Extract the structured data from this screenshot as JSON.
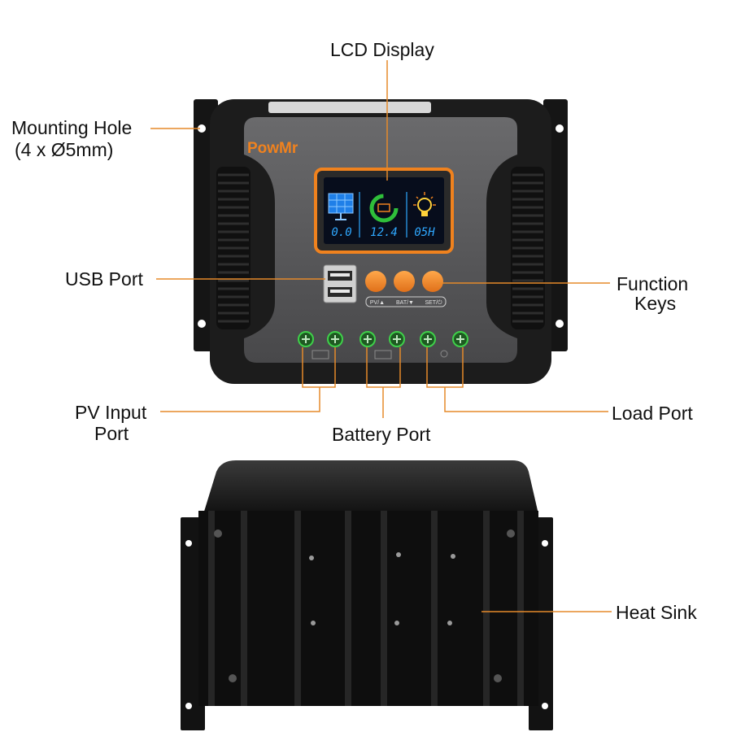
{
  "brand": "PowMr",
  "lcd": {
    "pv_value": "0.0",
    "battery_value": "12.4",
    "load_value": "05H"
  },
  "keys": {
    "pv": "PV/▲",
    "bat": "BAT/▼",
    "set": "SET/⏻"
  },
  "callouts": {
    "lcd_display": "LCD Display",
    "mounting_hole_line1": "Mounting Hole",
    "mounting_hole_line2": "(4 x Ø5mm)",
    "usb_port": "USB Port",
    "function_keys_line1": "Function",
    "function_keys_line2": "Keys",
    "pv_input_line1": "PV Input",
    "pv_input_line2": "Port",
    "battery_port": "Battery Port",
    "load_port": "Load Port",
    "heat_sink": "Heat Sink"
  },
  "colors": {
    "accent_orange": "#f0821e",
    "leader_line": "#e58a2a",
    "body_black": "#1c1c1c",
    "panel_gray": "#5a5a5c",
    "lcd_blue": "#2fa8ff",
    "terminal_green": "#2fbf3a"
  },
  "icons": [
    "solar-panel-icon",
    "battery-icon",
    "light-bulb-icon",
    "solar-symbol-icon",
    "battery-symbol-icon",
    "bulb-symbol-icon",
    "screw-icon"
  ]
}
